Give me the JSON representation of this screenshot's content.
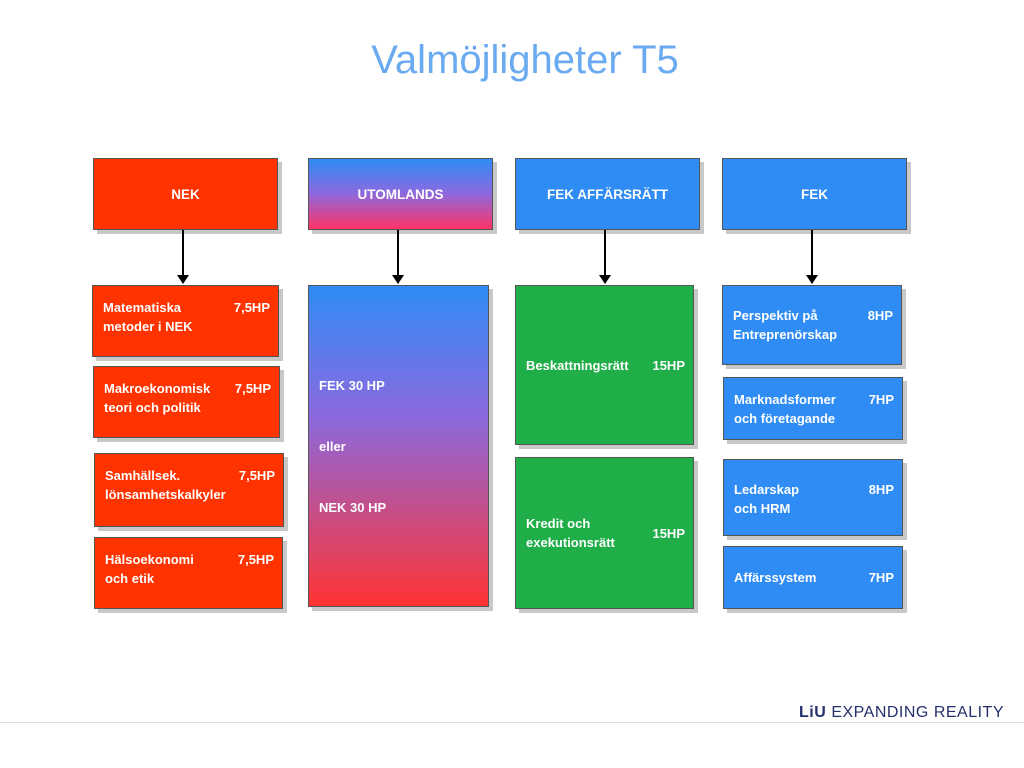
{
  "title": "Valmöjligheter T5",
  "headers": [
    "NEK",
    "UTOMLANDS",
    "FEK AFFÄRSRÄTT",
    "FEK"
  ],
  "nek_courses": [
    {
      "name": "Matematiska\nmetoder i NEK",
      "hp": "7,5HP"
    },
    {
      "name": "Makroekonomisk\nteori och politik",
      "hp": "7,5HP"
    },
    {
      "name": "Samhällsek.\nlönsamhetskalkyler",
      "hp": "7,5HP"
    },
    {
      "name": "Hälsoekonomi\noch etik",
      "hp": "7,5HP"
    }
  ],
  "utomlands": {
    "line1": "FEK 30 HP",
    "line2": "eller",
    "line3": "NEK 30 HP"
  },
  "affarsratt_courses": [
    {
      "name": "Beskattningsrätt",
      "hp": "15HP"
    },
    {
      "name": "Kredit och\nexekutionsrätt",
      "hp": "15HP"
    }
  ],
  "fek_courses": [
    {
      "name": "Perspektiv på\nEntreprenörskap",
      "hp": "8HP"
    },
    {
      "name": "Marknadsformer\noch företagande",
      "hp": "7HP"
    },
    {
      "name": "Ledarskap\noch HRM",
      "hp": "8HP"
    },
    {
      "name": "Affärssystem",
      "hp": "7HP"
    }
  ],
  "footer": {
    "logo_mark": "LiU",
    "tagline": "EXPANDING REALITY"
  },
  "colors": {
    "title": "#6aaaf0",
    "red": "#ff3300",
    "blue": "#2f8cf5",
    "green": "#1fae48"
  }
}
